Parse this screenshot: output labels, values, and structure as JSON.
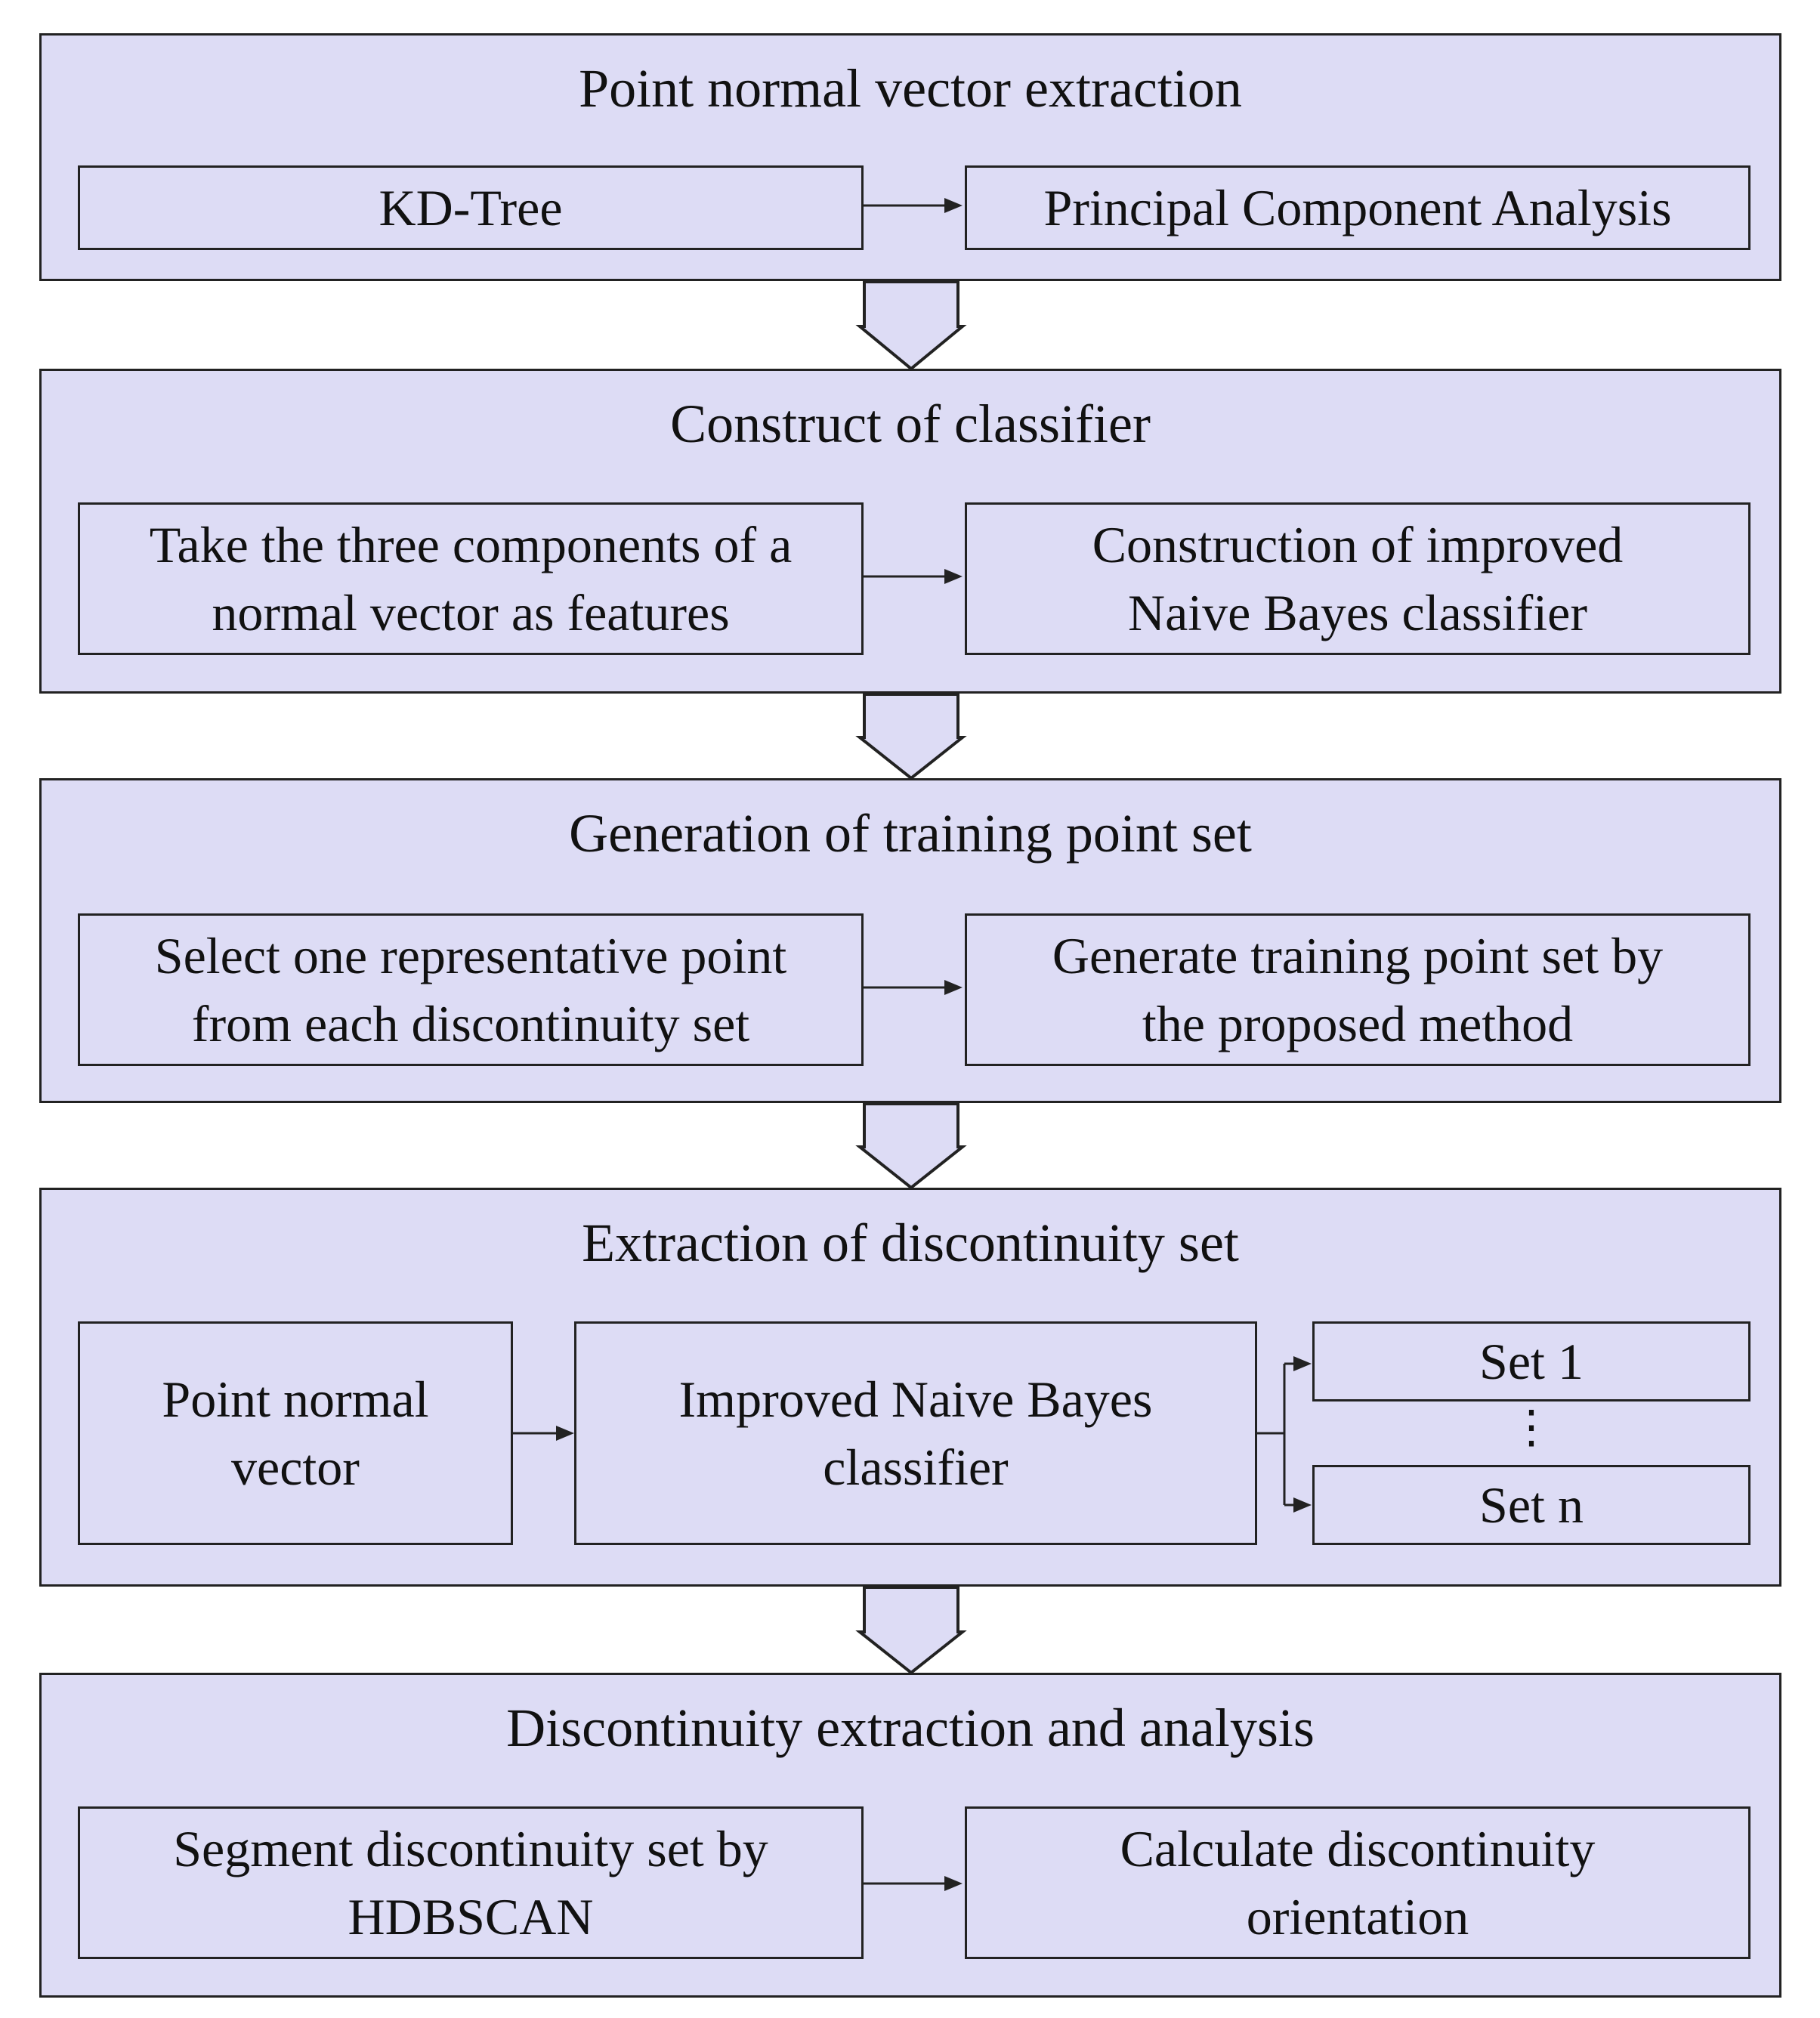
{
  "panels": [
    {
      "title": "Point normal vector extraction",
      "steps": [
        "KD-Tree",
        "Principal Component Analysis"
      ]
    },
    {
      "title": "Construct of classifier",
      "steps": [
        "Take the three components of a\nnormal vector as features",
        "Construction of improved\nNaive Bayes classifier"
      ]
    },
    {
      "title": "Generation of training point set",
      "steps": [
        "Select one representative point\nfrom each discontinuity set",
        "Generate training point set by\nthe proposed method"
      ]
    },
    {
      "title": "Extraction of discontinuity set",
      "steps": [
        "Point normal\nvector",
        "Improved Naive Bayes\nclassifier"
      ],
      "outputs": [
        "Set 1",
        "⋮",
        "Set n"
      ]
    },
    {
      "title": "Discontinuity extraction and analysis",
      "steps": [
        "Segment discontinuity set by\nHDBSCAN",
        "Calculate discontinuity\norientation"
      ]
    }
  ],
  "colors": {
    "fill": "#dddcf5",
    "stroke": "#222222"
  }
}
